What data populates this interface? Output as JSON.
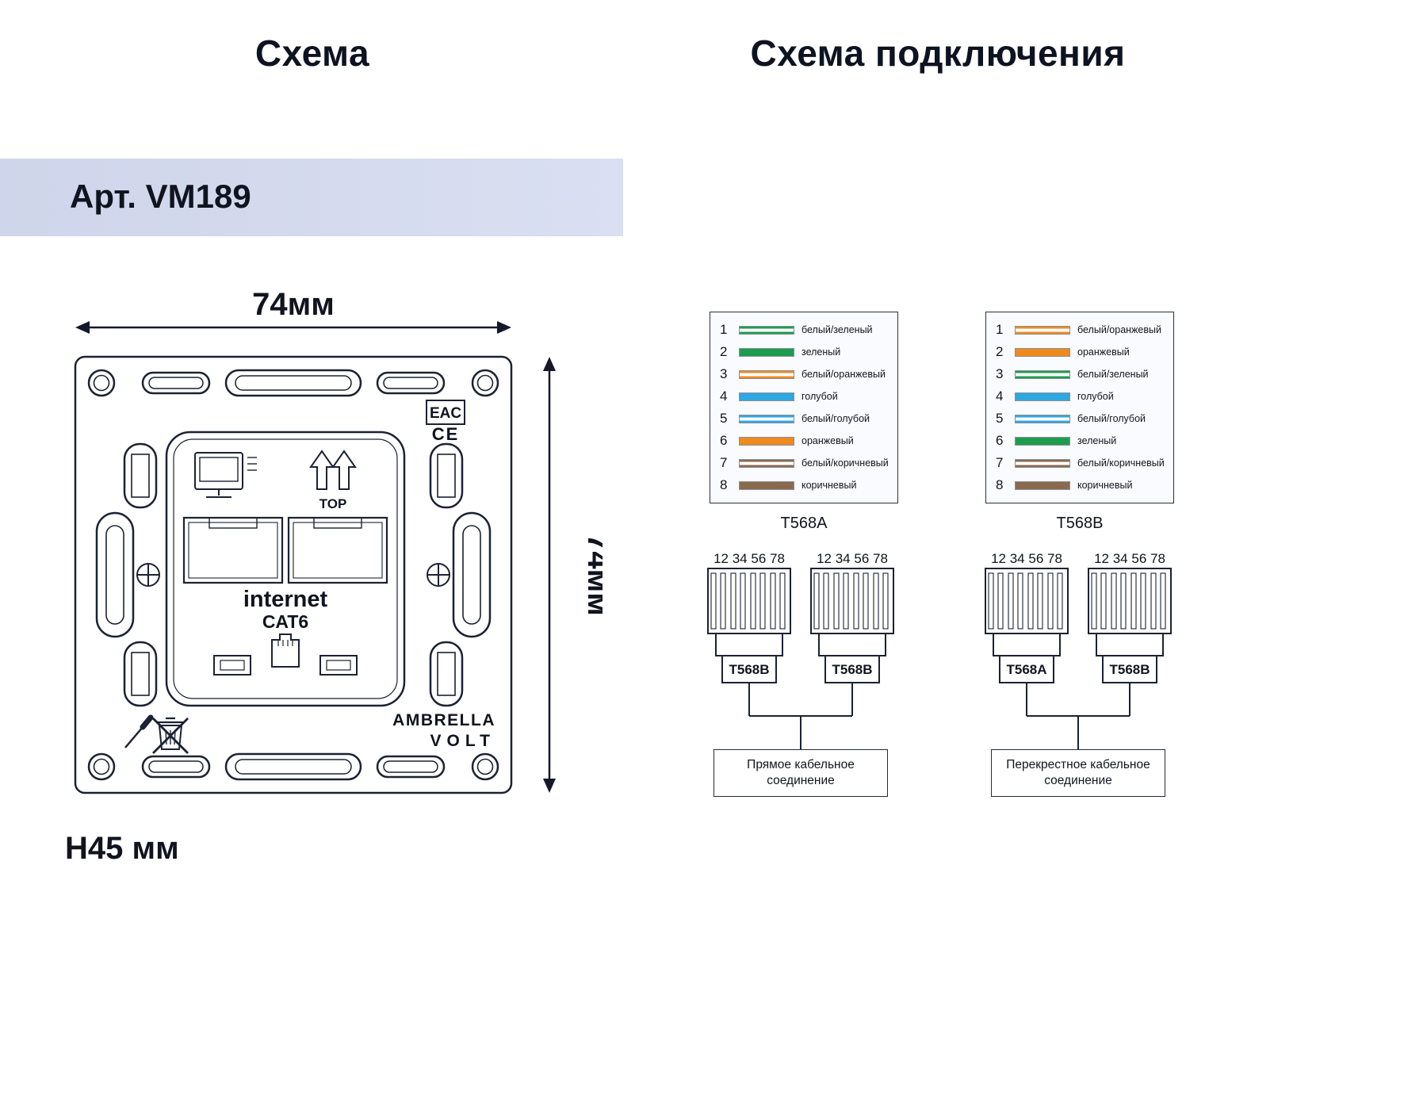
{
  "page": {
    "left_header": "Схема",
    "right_header": "Схема подключения",
    "art_number": "Арт. VM189",
    "dim_width": "74мм",
    "dim_height": "74мм",
    "mount_depth": "H45 мм"
  },
  "device": {
    "port_label_line1": "internet",
    "port_label_line2": "CAT6",
    "top_label": "TOP",
    "cert_eac": "EAC",
    "cert_ce": "CE",
    "brand_line1": "AMBRELLA",
    "brand_line2": "VOLT"
  },
  "wiring": {
    "pin_numbers": "12 34 56 78",
    "tables": [
      {
        "title": "T568A",
        "rows": [
          {
            "num": "1",
            "label": "белый/зеленый",
            "style": "striped",
            "color": "#1E9C4D"
          },
          {
            "num": "2",
            "label": "зеленый",
            "style": "solid",
            "color": "#1E9C4D"
          },
          {
            "num": "3",
            "label": "белый/оранжевый",
            "style": "striped",
            "color": "#EE8A1E"
          },
          {
            "num": "4",
            "label": "голубой",
            "style": "solid",
            "color": "#2FA7DF"
          },
          {
            "num": "5",
            "label": "белый/голубой",
            "style": "striped",
            "color": "#2FA7DF"
          },
          {
            "num": "6",
            "label": "оранжевый",
            "style": "solid",
            "color": "#EE8A1E"
          },
          {
            "num": "7",
            "label": "белый/коричневый",
            "style": "striped",
            "color": "#8A6A4E"
          },
          {
            "num": "8",
            "label": "коричневый",
            "style": "solid",
            "color": "#8A6A4E"
          }
        ]
      },
      {
        "title": "T568B",
        "rows": [
          {
            "num": "1",
            "label": "белый/оранжевый",
            "style": "striped",
            "color": "#EE8A1E"
          },
          {
            "num": "2",
            "label": "оранжевый",
            "style": "solid",
            "color": "#EE8A1E"
          },
          {
            "num": "3",
            "label": "белый/зеленый",
            "style": "striped",
            "color": "#1E9C4D"
          },
          {
            "num": "4",
            "label": "голубой",
            "style": "solid",
            "color": "#2FA7DF"
          },
          {
            "num": "5",
            "label": "белый/голубой",
            "style": "striped",
            "color": "#2FA7DF"
          },
          {
            "num": "6",
            "label": "зеленый",
            "style": "solid",
            "color": "#1E9C4D"
          },
          {
            "num": "7",
            "label": "белый/коричневый",
            "style": "striped",
            "color": "#8A6A4E"
          },
          {
            "num": "8",
            "label": "коричневый",
            "style": "solid",
            "color": "#8A6A4E"
          }
        ]
      }
    ],
    "pairs": [
      {
        "left_connector": "T568B",
        "right_connector": "T568B",
        "caption": "Прямое кабельное соединение"
      },
      {
        "left_connector": "T568A",
        "right_connector": "T568B",
        "caption": "Перекрестное кабельное соединение"
      }
    ]
  }
}
